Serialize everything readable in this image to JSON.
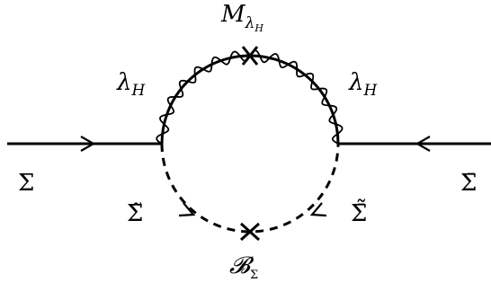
{
  "labels": {
    "sigma_in": "Σ",
    "sigma_out": "Σ̄",
    "gaugino_mass_main": "M",
    "gaugino_mass_sub": "λ",
    "gaugino_mass_subsub": "H",
    "lambda_left_main": "λ",
    "lambda_left_sub": "H",
    "lambda_right_main": "λ",
    "lambda_right_sub": "H",
    "scalar_left": "Σ̃",
    "scalar_right": "Σ̄̃",
    "bterm_main": "𝓑",
    "bterm_sub": "Σ"
  },
  "colors": {
    "line": "#000000",
    "background": "#ffffff"
  }
}
